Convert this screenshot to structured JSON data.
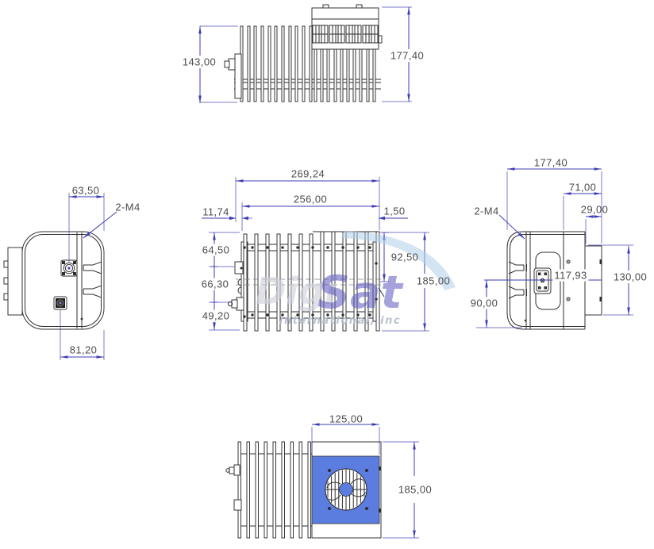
{
  "watermark": {
    "brand_first": "Digi",
    "brand_second": "Sat",
    "tagline": "international, inc"
  },
  "colors": {
    "dimension_line": "#3c3cb4",
    "outline": "#2e2e2e",
    "fan_plate": "#5b7de0",
    "dim_text": "#4b4b4b",
    "watermark_first": "#d0d3dd",
    "watermark_second": "#5e58c0",
    "watermark_tagline": "#b4bccd",
    "watermark_swoosh": "#aecdea"
  },
  "views": {
    "top": {
      "dim_body_height": "143,00",
      "dim_overall_height": "177,40"
    },
    "left": {
      "dim_connector_offset": "63,50",
      "thread_callout": "2-M4",
      "dim_connector_offset_low": "81,20"
    },
    "front": {
      "dim_overall_width": "269,24",
      "dim_body_width": "256,00",
      "dim_left_offset": "11,74",
      "dim_right_offset": "1,50",
      "dim_seg_top": "64,50",
      "dim_seg_mid": "66,30",
      "dim_seg_bottom": "49,20",
      "dim_top_to_center": "92,50",
      "dim_overall_height": "185,00"
    },
    "right": {
      "dim_overall_depth": "177,40",
      "dim_rear_depth": "71,00",
      "dim_shroud_depth": "29,00",
      "thread_callout": "2-M4",
      "dim_center_height": "117,93",
      "dim_shroud_height": "130,00",
      "dim_center_to_bottom": "90,00"
    },
    "bottom": {
      "dim_shroud_width": "125,00",
      "dim_overall_depth": "185,00"
    }
  }
}
